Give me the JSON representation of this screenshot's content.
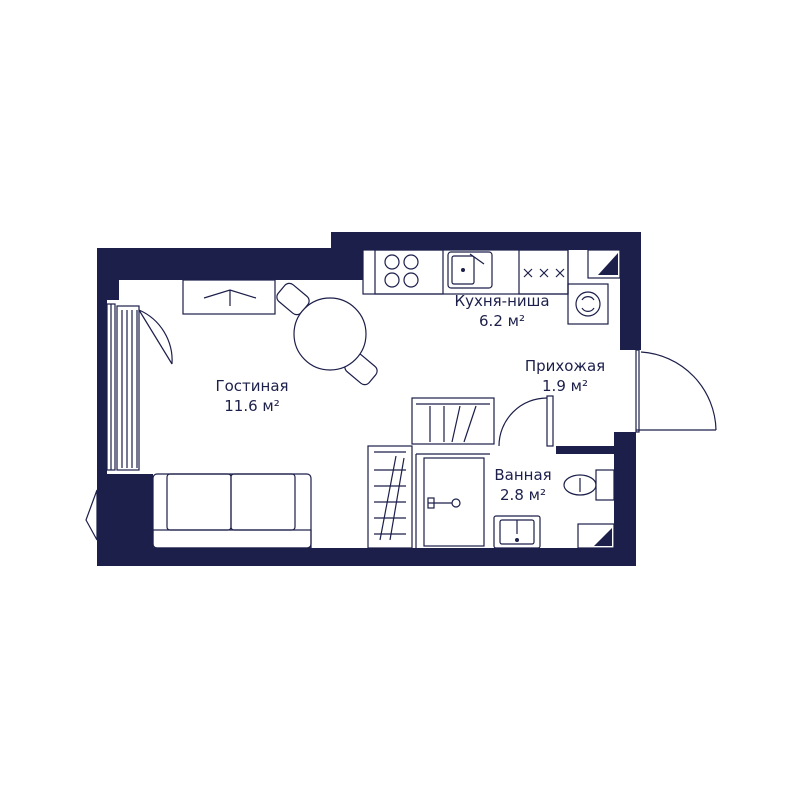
{
  "colors": {
    "wall": "#1c1f4a",
    "background": "#ffffff"
  },
  "rooms": [
    {
      "id": "living",
      "name": "Гостиная",
      "area": "11.6 м²"
    },
    {
      "id": "kitchen",
      "name": "Кухня-ниша",
      "area": "6.2 м²"
    },
    {
      "id": "hall",
      "name": "Прихожая",
      "area": "1.9 м²"
    },
    {
      "id": "bath",
      "name": "Ванная",
      "area": "2.8 м²"
    }
  ],
  "icons": [
    "stove-icon",
    "sink-icon",
    "hob-icon",
    "washing-machine-icon",
    "toilet-icon",
    "sofa-icon",
    "dining-table-icon",
    "chair-icon",
    "shower-icon",
    "wardrobe-icon",
    "door-icon",
    "window-icon"
  ]
}
